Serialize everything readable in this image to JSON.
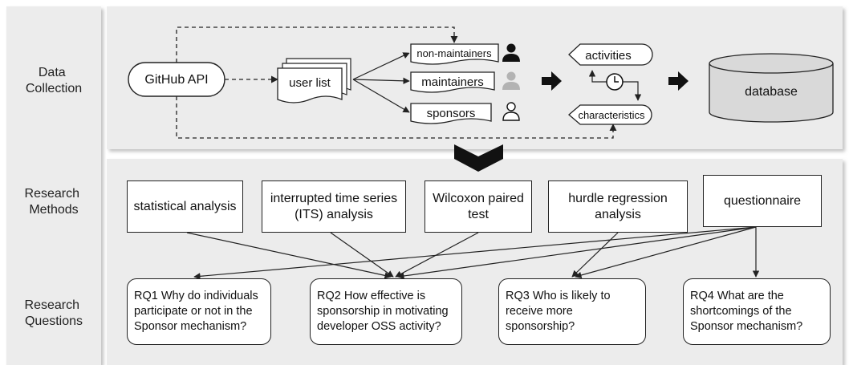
{
  "sections": {
    "data_collection": [
      "Data",
      "Collection"
    ],
    "research_methods": [
      "Research",
      "Methods"
    ],
    "research_questions": [
      "Research",
      "Questions"
    ]
  },
  "data_collection": {
    "source": "GitHub API",
    "user_list": "user list",
    "groups": [
      "non-maintainers",
      "maintainers",
      "sponsors"
    ],
    "activities": "activities",
    "characteristics": "characteristics",
    "database": "database"
  },
  "methods": [
    "statistical analysis",
    "interrupted time series (ITS) analysis",
    "Wilcoxon paired test",
    "hurdle regression analysis",
    "questionnaire"
  ],
  "questions": [
    "RQ1 Why do individuals participate or not in the Sponsor mechanism?",
    "RQ2 How effective is sponsorship in motivating developer OSS activity?",
    "RQ3 Who is likely to receive more sponsorship?",
    "RQ4 What are the shortcomings of the Sponsor mechanism?"
  ],
  "colors": {
    "panel": "#ececec",
    "left_panel": "#ececec",
    "stroke": "#222222",
    "database_fill": "#d9d9d9",
    "maintainer_icon": "#b3b3b3"
  }
}
